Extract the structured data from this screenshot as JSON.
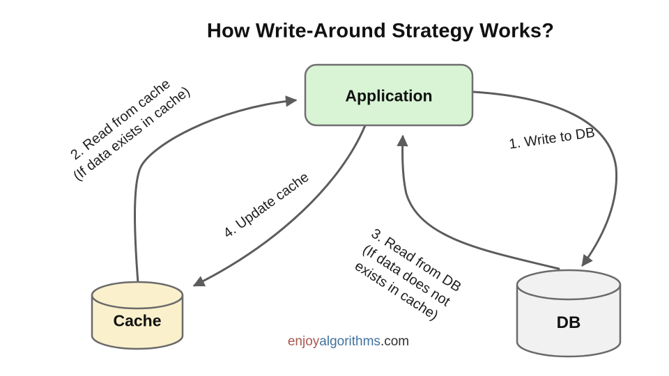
{
  "title": "How Write-Around Strategy Works?",
  "nodes": {
    "application": {
      "label": "Application"
    },
    "cache": {
      "label": "Cache"
    },
    "db": {
      "label": "DB"
    }
  },
  "arrows": {
    "write_to_db": {
      "label": "1. Write to DB"
    },
    "read_from_cache": {
      "line1": "2. Read from cache",
      "line2": "(If data exists in cache)"
    },
    "read_from_db": {
      "line1": "3. Read from DB",
      "line2": "(If data does not",
      "line3": "exists in cache)"
    },
    "update_cache": {
      "label": "4. Update cache"
    }
  },
  "footer": {
    "brand_enjoy": "enjoy",
    "brand_algorithms": "algorithms",
    "brand_tld": ".com"
  },
  "colors": {
    "arrow": "#5c5c5c",
    "application_fill": "#d8f4d5",
    "application_border": "#6f6f6f",
    "cache_fill": "#faf0cc",
    "cache_border": "#6a6a6a",
    "db_fill": "#f1f1f1",
    "db_border": "#6a6a6a",
    "footer_enjoy": "#a9564f",
    "footer_algorithms": "#41729f",
    "footer_tld": "#2f2f2f"
  }
}
